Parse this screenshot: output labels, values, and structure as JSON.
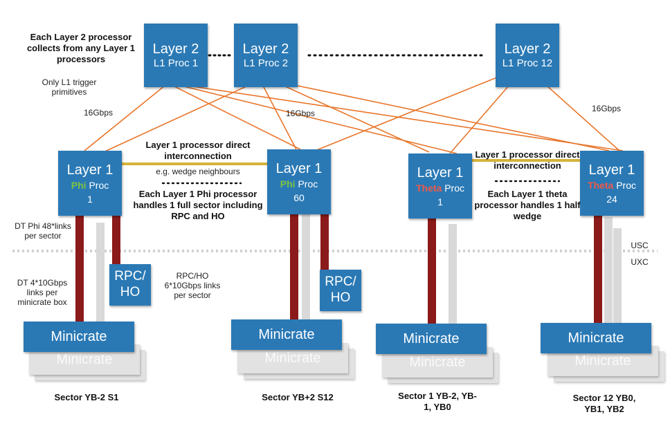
{
  "layer2": [
    {
      "line1": "Layer 2",
      "line2": "L1 Proc 1"
    },
    {
      "line1": "Layer 2",
      "line2": "L1 Proc 2"
    },
    {
      "line1": "Layer 2",
      "line2": "L1 Proc 12"
    }
  ],
  "layer1": [
    {
      "line1": "Layer 1",
      "kind": "Phi",
      "proc": "Proc",
      "number": "1"
    },
    {
      "line1": "Layer 1",
      "kind": "Phi",
      "proc": "Proc",
      "number": "60"
    },
    {
      "line1": "Layer 1",
      "kind": "Theta",
      "proc": "Proc",
      "number": "1"
    },
    {
      "line1": "Layer 1",
      "kind": "Theta",
      "proc": "Proc",
      "number": "24"
    }
  ],
  "rpc_boxes": [
    {
      "line1": "RPC/",
      "line2": "HO"
    },
    {
      "line1": "RPC/",
      "line2": "HO"
    }
  ],
  "minicrate_label": "Minicrate",
  "labels": {
    "l2_collects": "Each Layer 2 processor collects from any Layer 1 processors",
    "only_l1": "Only L1 trigger primitives",
    "gbps_left": "16Gbps",
    "gbps_mid": "16Gbps",
    "gbps_right": "16Gbps",
    "direct_phi": "Layer 1 processor direct interconnection",
    "wedge_neighbours": "e.g. wedge neighbours",
    "phi_handles": "Each Layer 1 Phi processor handles 1 full sector including RPC and HO",
    "direct_theta": "Layer 1 processor direct interconnection",
    "theta_handles": "Each Layer 1 theta processor handles 1 half wedge",
    "dt_phi": "DT Phi 48*links per sector",
    "dt_4": "DT 4*10Gbps links per minicrate box",
    "rpcho_links": "RPC/HO 6*10Gbps links per sector",
    "usc": "USC",
    "uxc": "UXC",
    "sector1": "Sector YB-2 S1",
    "sector2": "Sector YB+2 S12",
    "sector3": "Sector 1 YB-2, YB-1, YB0",
    "sector4": "Sector 12 YB0, YB1, YB2"
  },
  "colors": {
    "box_blue": "#2a79b5",
    "link_orange": "#e8752a",
    "interconnect_gold": "#d6b33a",
    "fiber_red": "#8b1a1a",
    "fiber_gray": "#d9d9d9",
    "phi_green": "#7dc242",
    "theta_red": "#ee5a4a"
  }
}
